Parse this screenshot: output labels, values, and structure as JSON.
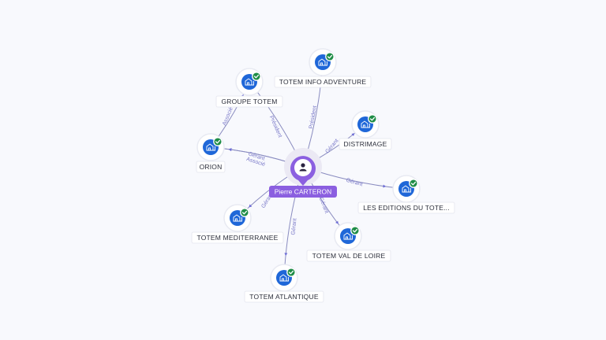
{
  "center": {
    "name": "Pierre CARTERON",
    "icon": "person-icon",
    "accent": "#8b5fe0"
  },
  "nodes": [
    {
      "id": "info",
      "label": "TOTEM INFO ADVENTURE",
      "relation": "Président",
      "icon": "company-icon",
      "status": "verified"
    },
    {
      "id": "groupe",
      "label": "GROUPE TOTEM",
      "relation": "Président",
      "icon": "company-icon",
      "status": "verified"
    },
    {
      "id": "distrimage",
      "label": "DISTRIMAGE",
      "relation": "Gérant",
      "icon": "company-icon",
      "status": "verified"
    },
    {
      "id": "orion",
      "label": "ORION",
      "relation": "Gérant",
      "icon": "company-icon",
      "status": "verified"
    },
    {
      "id": "editions",
      "label": "LES EDITIONS DU TOTE...",
      "relation": "Gérant",
      "icon": "company-icon",
      "status": "verified"
    },
    {
      "id": "mediterranee",
      "label": "TOTEM MEDITERRANEE",
      "relation": "Gérant",
      "icon": "company-icon",
      "status": "verified"
    },
    {
      "id": "valdeloire",
      "label": "TOTEM VAL DE LOIRE",
      "relation": "Gérant",
      "icon": "company-icon",
      "status": "verified"
    },
    {
      "id": "atlantique",
      "label": "TOTEM ATLANTIQUE",
      "relation": "Gérant",
      "icon": "company-icon",
      "status": "verified"
    }
  ],
  "extra_edges": [
    {
      "from": "orion",
      "to": "groupe",
      "relation": "Associé"
    },
    {
      "from": "center",
      "to": "orion",
      "relation": "Associé"
    }
  ],
  "colors": {
    "company": "#1f67d8",
    "verified": "#1f8d47",
    "edge": "#8a8cc0",
    "edge_label": "#7a79c9"
  }
}
